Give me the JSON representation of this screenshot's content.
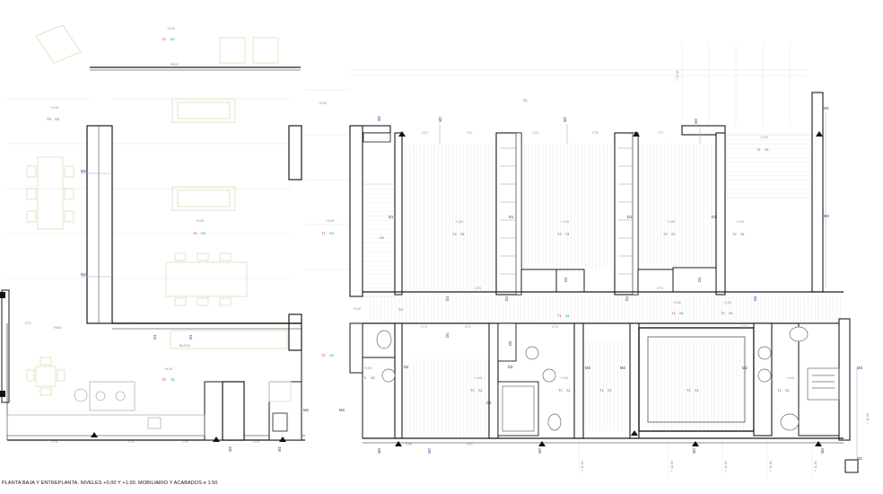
{
  "caption": "PLANTA BAJA Y ENTREPLANTA. NIVELES +0.00 Y +1.00. MOBILIARIO Y ACABADOS   e 1:50",
  "colors": {
    "wall": "#1a1a1a",
    "wall_fill": "#ffffff",
    "furniture": "#cfe3b8",
    "hatch": "#d6d6d6",
    "grid": "#e4e4e4",
    "code_blue": "#1f2d8a",
    "tag_magenta": "#b0187c",
    "tag_green": "#2f8a2f"
  },
  "markers": {
    "walls": [
      "M1",
      "M2",
      "M3"
    ],
    "doors": [
      "D1",
      "D2",
      "D3",
      "D4"
    ],
    "tags": [
      "T1",
      "T2",
      "T3",
      "S1",
      "S2",
      "S3",
      "S4"
    ]
  },
  "labels": {
    "levels": [
      "+0,00",
      "+1,00"
    ],
    "elevations": [
      "+ 11.60",
      "+ 11.80"
    ],
    "sections": [
      "PA02",
      "CT2",
      "CT3",
      "CT4",
      "CT5",
      "CT6",
      "CT7",
      "CT8"
    ]
  }
}
